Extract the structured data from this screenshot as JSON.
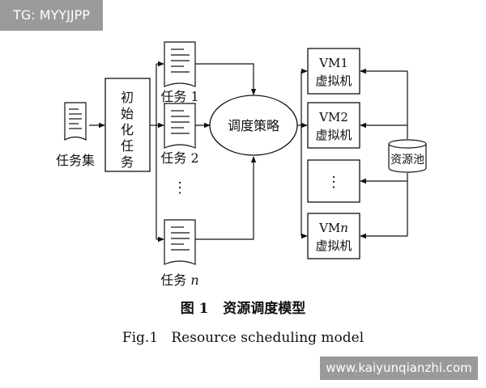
{
  "watermarks": {
    "top_left": "TG: MYYJJPP",
    "bottom_right": "www.kaiyunqianzhi.com"
  },
  "diagram": {
    "task_set": "任务集",
    "init_chars": [
      "初",
      "始",
      "化",
      "任",
      "务"
    ],
    "tasks": [
      {
        "label": "任务 1"
      },
      {
        "label": "任务 2"
      },
      {
        "label": "⋮"
      },
      {
        "label": "任务",
        "italic_suffix": "n"
      }
    ],
    "strategy": "调度策略",
    "vms": [
      {
        "line1": "VM1",
        "line2": "虚拟机"
      },
      {
        "line1": "VM2",
        "line2": "虚拟机"
      },
      {
        "line1": "⋮",
        "line2": ""
      },
      {
        "line1": "VM",
        "line1_italic": "n",
        "line2": "虚拟机"
      }
    ],
    "pool": "资源池"
  },
  "caption": {
    "zh": "图 1   资源调度模型",
    "en": "Fig.1   Resource scheduling model"
  }
}
